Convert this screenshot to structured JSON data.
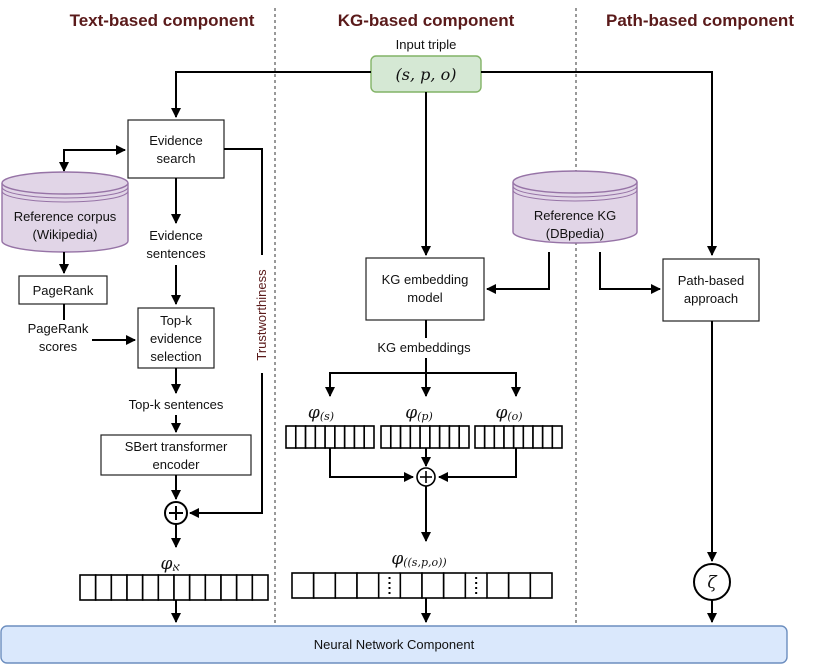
{
  "headers": {
    "text": "Text-based component",
    "kg": "KG-based component",
    "path": "Path-based component"
  },
  "input": {
    "label": "Input triple",
    "triple": "(s, p, o)"
  },
  "text_component": {
    "evidence_search": [
      "Evidence",
      "search"
    ],
    "reference_corpus": [
      "Reference corpus",
      "(Wikipedia)"
    ],
    "evidence_sentences": [
      "Evidence",
      "sentences"
    ],
    "pagerank": "PageRank",
    "pagerank_scores": [
      "PageRank",
      "scores"
    ],
    "topk_selection": [
      "Top-k",
      "evidence",
      "selection"
    ],
    "topk_sentences": "Top-k sentences",
    "sbert": [
      "SBert transformer",
      "encoder"
    ],
    "trustworthiness": "Trustworthiness",
    "embedding_symbol": "φ",
    "embedding_subscript": "א"
  },
  "kg_component": {
    "reference_kg": [
      "Reference KG",
      "(DBpedia)"
    ],
    "kg_model": [
      "KG embedding",
      "model"
    ],
    "kg_embeddings": "KG embeddings",
    "phi_symbol": "φ",
    "phi_s": "(s)",
    "phi_p": "(p)",
    "phi_o": "(o)",
    "phi_spo": "((s,p,o))"
  },
  "path_component": {
    "approach": [
      "Path-based",
      "approach"
    ],
    "zeta": "ζ"
  },
  "footer": {
    "nn": "Neural Network Component"
  },
  "colors": {
    "header_text": "#5a1a1a",
    "input_fill": "#d5e8d4",
    "input_stroke": "#82b366",
    "cylinder_fill": "#e1d5e7",
    "cylinder_stroke": "#9673a6",
    "nn_fill": "#dae8fc",
    "nn_stroke": "#6c8ebf"
  }
}
